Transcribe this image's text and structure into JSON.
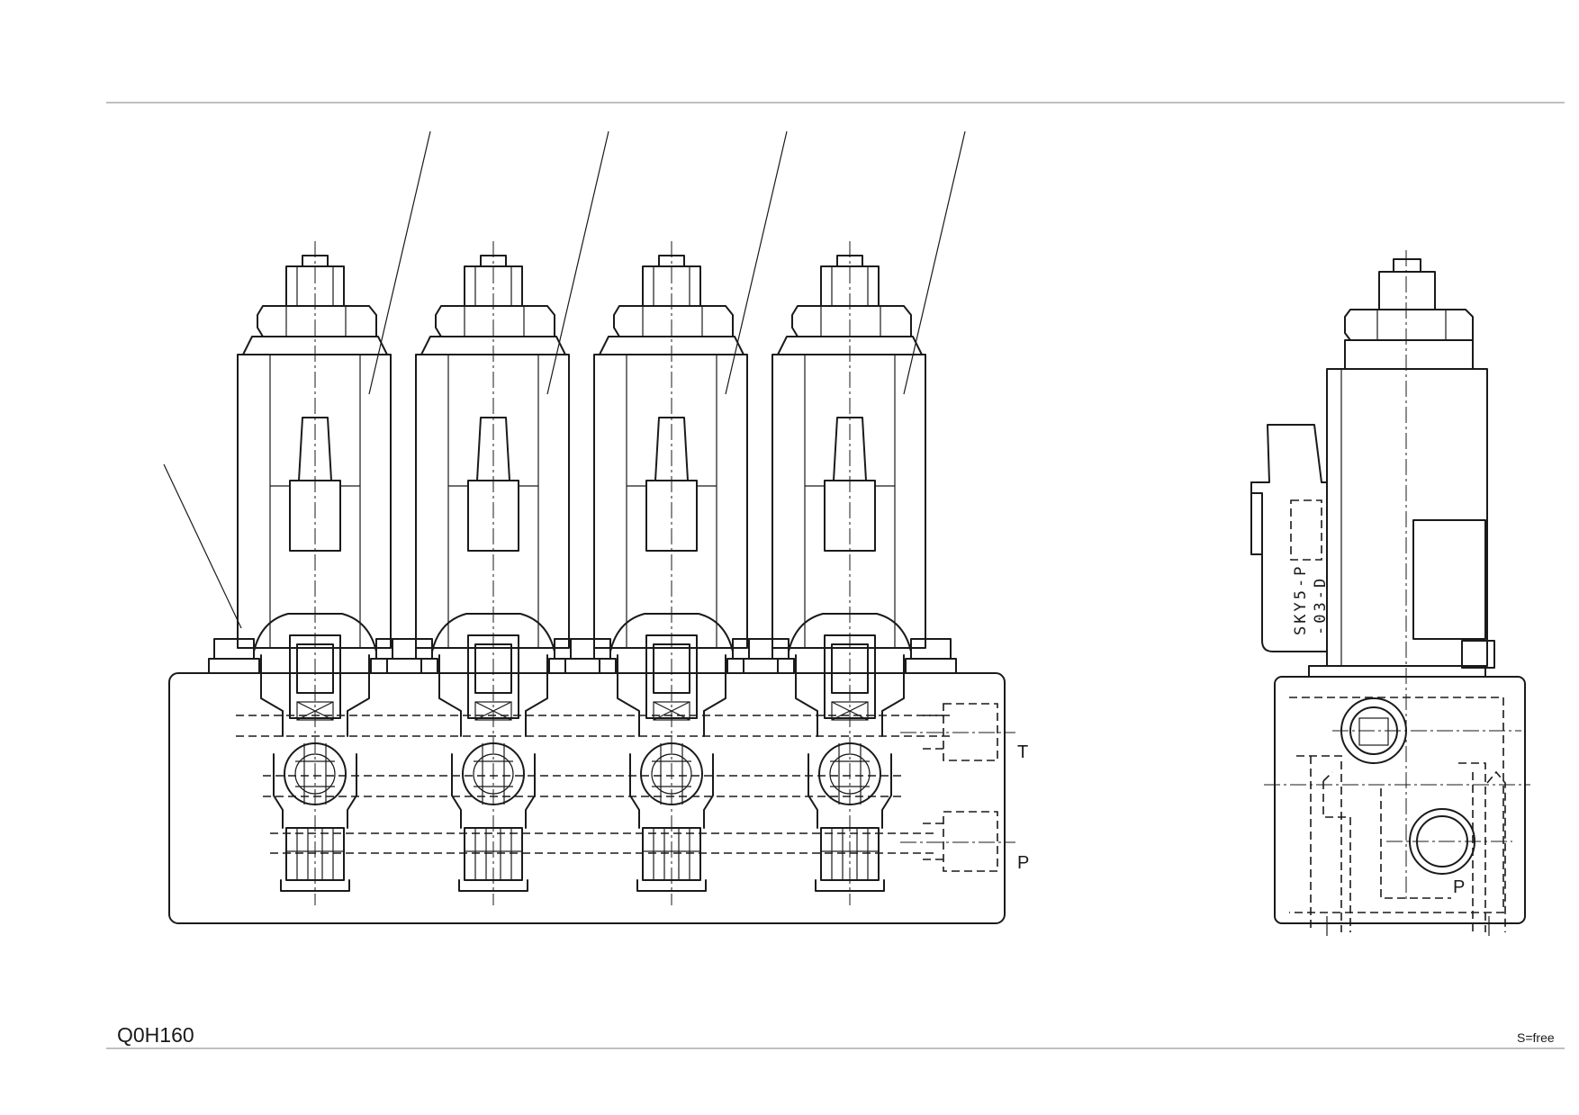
{
  "drawing": {
    "code": "Q0H160",
    "scale": "S=free",
    "ports_front": {
      "t": "T",
      "p": "P"
    },
    "port_side": "P",
    "stamp_line1": "SKY5-P",
    "stamp_line2": "-03-D"
  }
}
